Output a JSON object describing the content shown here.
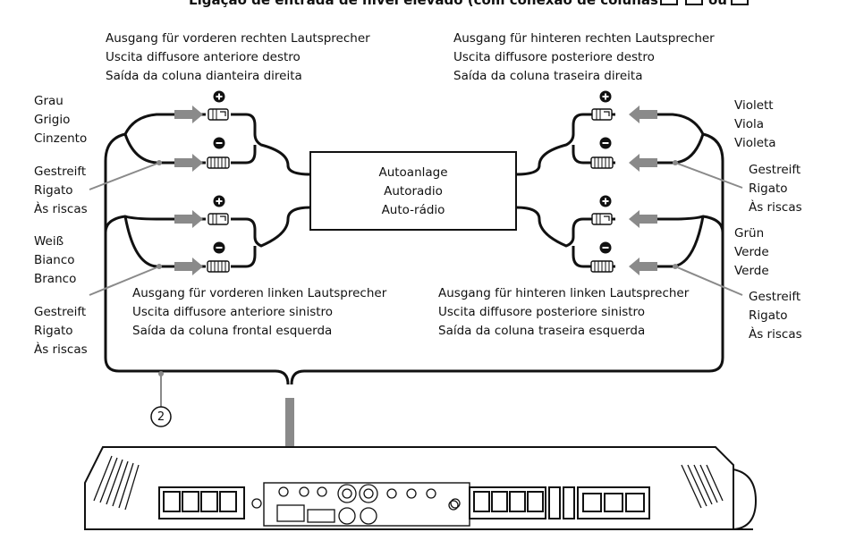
{
  "title": "Ligação de entrada de nível elevado (com conexão de colunas",
  "title_refs": [
    "A",
    "B",
    "C"
  ],
  "title_or": "ou",
  "head_unit": [
    "Autoanlage",
    "Autoradio",
    "Auto-rádio"
  ],
  "outputs": {
    "front_right": [
      "Ausgang für vorderen rechten Lautsprecher",
      "Uscita diffusore anteriore destro",
      "Saída da coluna dianteira direita"
    ],
    "rear_right": [
      "Ausgang für hinteren rechten Lautsprecher",
      "Uscita diffusore posteriore destro",
      "Saída da coluna traseira direita"
    ],
    "front_left": [
      "Ausgang für vorderen linken Lautsprecher",
      "Uscita diffusore anteriore sinistro",
      "Saída da coluna frontal esquerda"
    ],
    "rear_left": [
      "Ausgang für hinteren linken Lautsprecher",
      "Uscita diffusore posteriore sinistro",
      "Saída da coluna traseira esquerda"
    ]
  },
  "wire_colors": {
    "gray": [
      "Grau",
      "Grigio",
      "Cinzento"
    ],
    "white": [
      "Weiß",
      "Bianco",
      "Branco"
    ],
    "violet": [
      "Violett",
      "Viola",
      "Violeta"
    ],
    "green": [
      "Grün",
      "Verde",
      "Verde"
    ],
    "striped": [
      "Gestreift",
      "Rigato",
      "Às riscas"
    ]
  },
  "callout": "2",
  "colors": {
    "line": "#111111",
    "arrow": "#8a8a8a"
  }
}
